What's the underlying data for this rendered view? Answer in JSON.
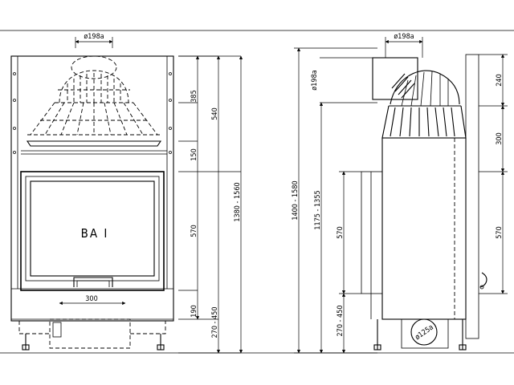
{
  "front_view": {
    "flue_label": "ø198a",
    "door_label": "BA I",
    "bottom_width_label": "300",
    "dims_inner": [
      "385",
      "150",
      "570",
      "190"
    ],
    "dims_mid": [
      "540",
      "270 - 450"
    ],
    "dims_total": [
      "1380 - 1560"
    ]
  },
  "side_view": {
    "flue_label": "ø198a",
    "flue_vertical_label": "ø198a",
    "air_inlet_label": "ø125a",
    "dims_left_outer": [
      "1400 - 1580"
    ],
    "dims_left_mid": [
      "1175 - 1355"
    ],
    "dims_left_inner": [
      "570",
      "270 - 450"
    ],
    "dims_right": [
      "240",
      "300",
      "570"
    ]
  }
}
